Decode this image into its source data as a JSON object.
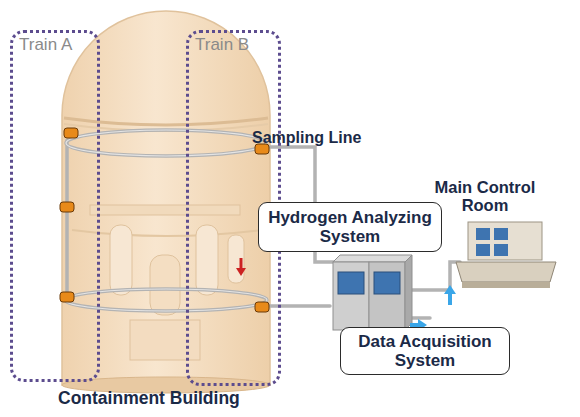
{
  "diagram": {
    "nodes": [
      {
        "text": [
          "Train A"
        ]
      },
      {
        "text": [
          "Train B"
        ]
      },
      {
        "text": [
          "Hydrogen Analyzing System"
        ]
      },
      {
        "text": [
          "Data Acquisition System"
        ]
      }
    ],
    "labels": [
      "Sampling Line",
      "Main Control Room",
      "Containment Building"
    ]
  }
}
